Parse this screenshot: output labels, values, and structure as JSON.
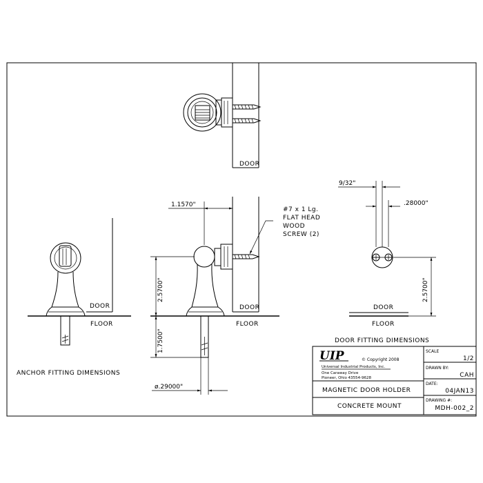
{
  "drawing": {
    "door_label": "DOOR",
    "floor_label": "FLOOR",
    "anchor_caption": "ANCHOR FITTING DIMENSIONS",
    "door_fitting_caption": "DOOR FITTING DIMENSIONS",
    "screw_note": [
      "#7 x 1 Lg.",
      "FLAT HEAD",
      "WOOD",
      "SCREW (2)"
    ],
    "dimensions": {
      "offset": "1.1570\"",
      "height_above_floor": "2.5700\"",
      "anchor_depth": "1.7500\"",
      "anchor_diameter": "ø.29000\"",
      "slot_width": "9/32\"",
      "fitting_width": ".28000\"",
      "door_height": "2.5700\""
    }
  },
  "title_block": {
    "logo": "UIP",
    "copyright": "© Copyright 2008",
    "company": "Universal Industrial Products, Inc.",
    "address1": "One Caraway Drive",
    "address2": "Pioneer, Ohio 43554-9628",
    "title": "MAGNETIC DOOR HOLDER",
    "subtitle": "CONCRETE MOUNT",
    "scale_label": "SCALE",
    "scale_value": "1/2",
    "drawn_by_label": "DRAWN BY:",
    "drawn_by_value": "CAH",
    "date_label": "DATE:",
    "date_value": "04JAN13",
    "drawing_no_label": "DRAWING #:",
    "drawing_no_value": "MDH-002_2"
  }
}
